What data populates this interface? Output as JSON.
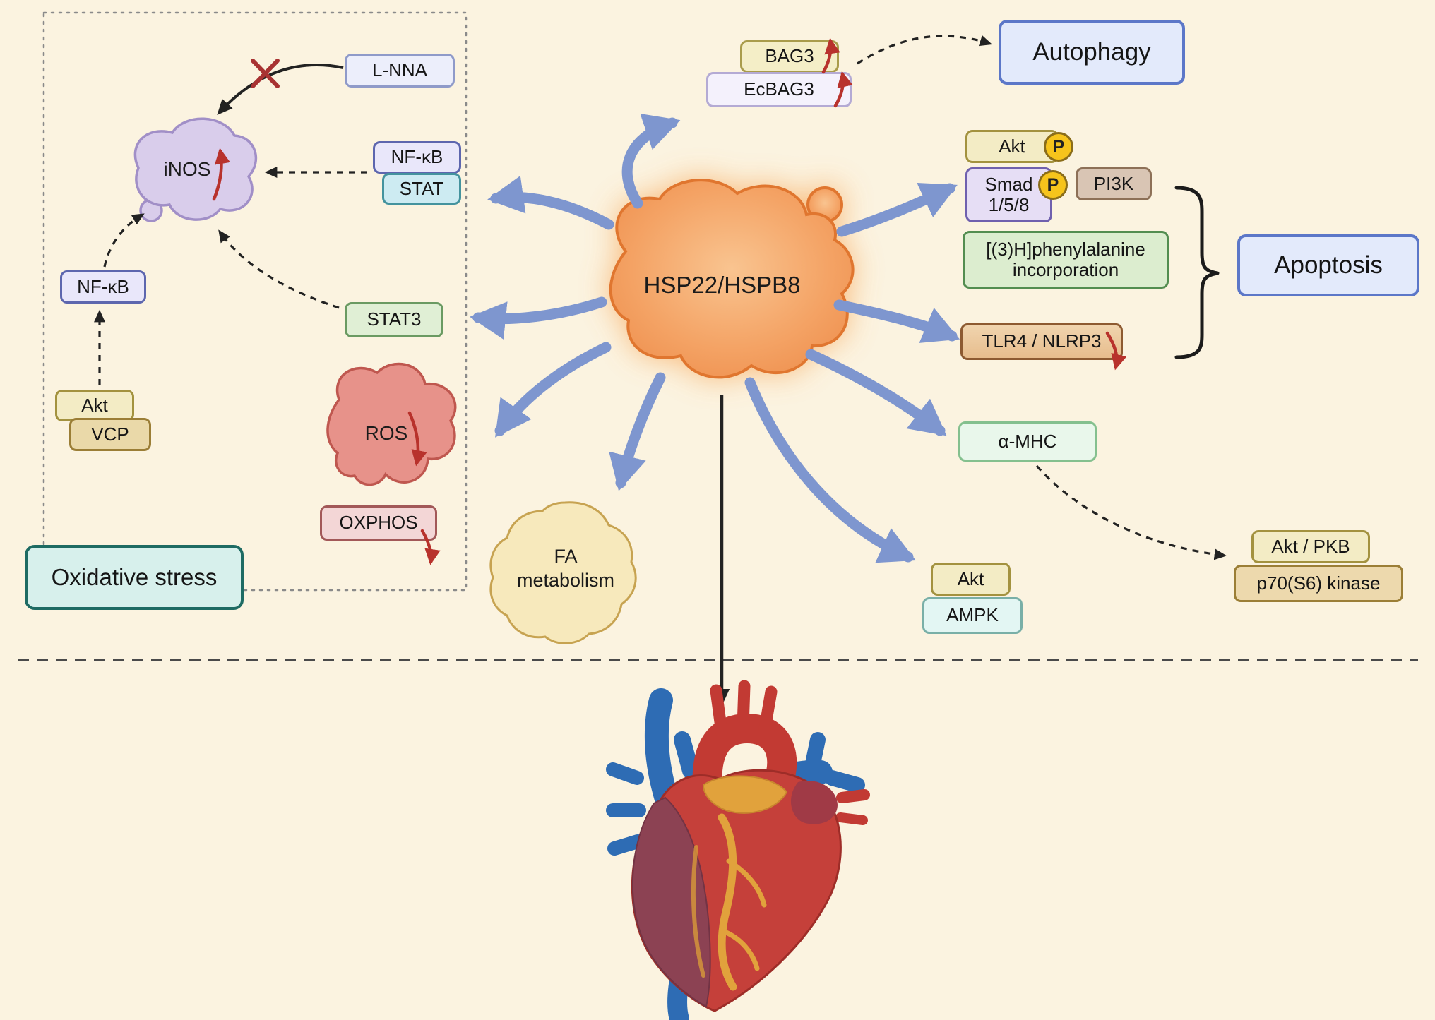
{
  "diagram": {
    "center_label": "HSP22/HSPB8",
    "oxidative_stress": {
      "region_label": "Oxidative stress",
      "lnna": "L-NNA",
      "inos": "iNOS",
      "nfkb_top": "NF-κB",
      "stat": "STAT",
      "stat3": "STAT3",
      "nfkb_left": "NF-κB",
      "akt": "Akt",
      "vcp": "VCP",
      "ros": "ROS",
      "oxphos": "OXPHOS"
    },
    "autophagy_path": {
      "bag3": "BAG3",
      "ecbag3": "EcBAG3",
      "autophagy": "Autophagy"
    },
    "apoptosis_path": {
      "akt": "Akt",
      "phospho": "P",
      "smad_line1": "Smad",
      "smad_line2": "1/5/8",
      "pi3k": "PI3K",
      "phenylalanine_line1": "[(3)H]phenylalanine",
      "phenylalanine_line2": "incorporation",
      "tlr4_nlrp3": "TLR4 / NLRP3",
      "apoptosis": "Apoptosis"
    },
    "hypertrophy_path": {
      "amhc": "α-MHC",
      "akt_pkb": "Akt / PKB",
      "p70s6": "p70(S6) kinase",
      "akt": "Akt",
      "ampk": "AMPK"
    },
    "metabolism": {
      "fa_line1": "FA",
      "fa_line2": "metabolism"
    }
  },
  "palette": {
    "background": "#fbf3e0",
    "center_blob": "#f4a063",
    "center_blob_outline": "#e0762f",
    "arrow_blue": "#7e96cf",
    "arrow_black": "#222222",
    "arrow_red": "#b8322c",
    "inos_blob": "#d9cdeb",
    "ros_blob": "#e7928a",
    "fa_blob": "#f7e9bc",
    "phospho_circle": "#f6c41c"
  }
}
